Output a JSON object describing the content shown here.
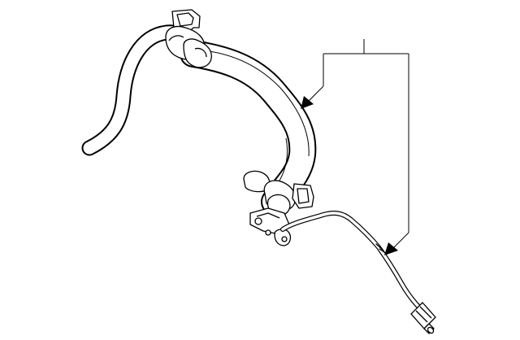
{
  "diagram": {
    "type": "parts-illustration",
    "background_color": "#ffffff",
    "line_color": "#000000",
    "parts": [
      {
        "name": "hose"
      },
      {
        "name": "hose-clamp"
      },
      {
        "name": "pipe-connector"
      },
      {
        "name": "mounting-bracket"
      },
      {
        "name": "sensor-wire"
      },
      {
        "name": "sensor-plug"
      }
    ],
    "callout": {
      "label": "",
      "pointers": 2
    }
  }
}
